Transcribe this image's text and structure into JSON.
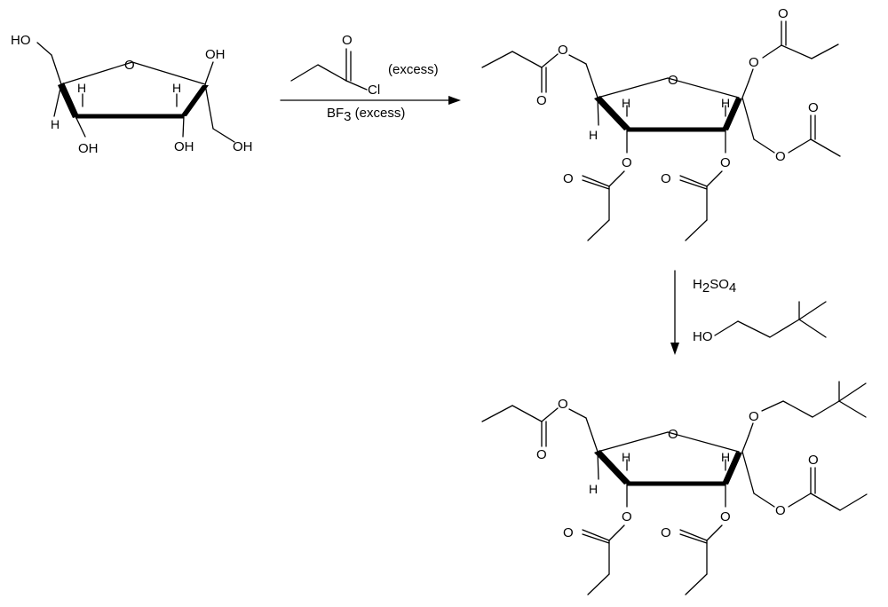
{
  "atoms": {
    "O": "O",
    "H": "H",
    "OH": "OH",
    "HO": "HO",
    "Cl": "Cl"
  },
  "reaction1": {
    "reagent_above": "(excess)",
    "reagent_below_prefix": "BF",
    "reagent_below_sub": "3",
    "reagent_below_suffix": " (excess)"
  },
  "reaction2": {
    "acid_H": "H",
    "acid_sub2": "2",
    "acid_SO": "SO",
    "acid_sub4": "4"
  }
}
